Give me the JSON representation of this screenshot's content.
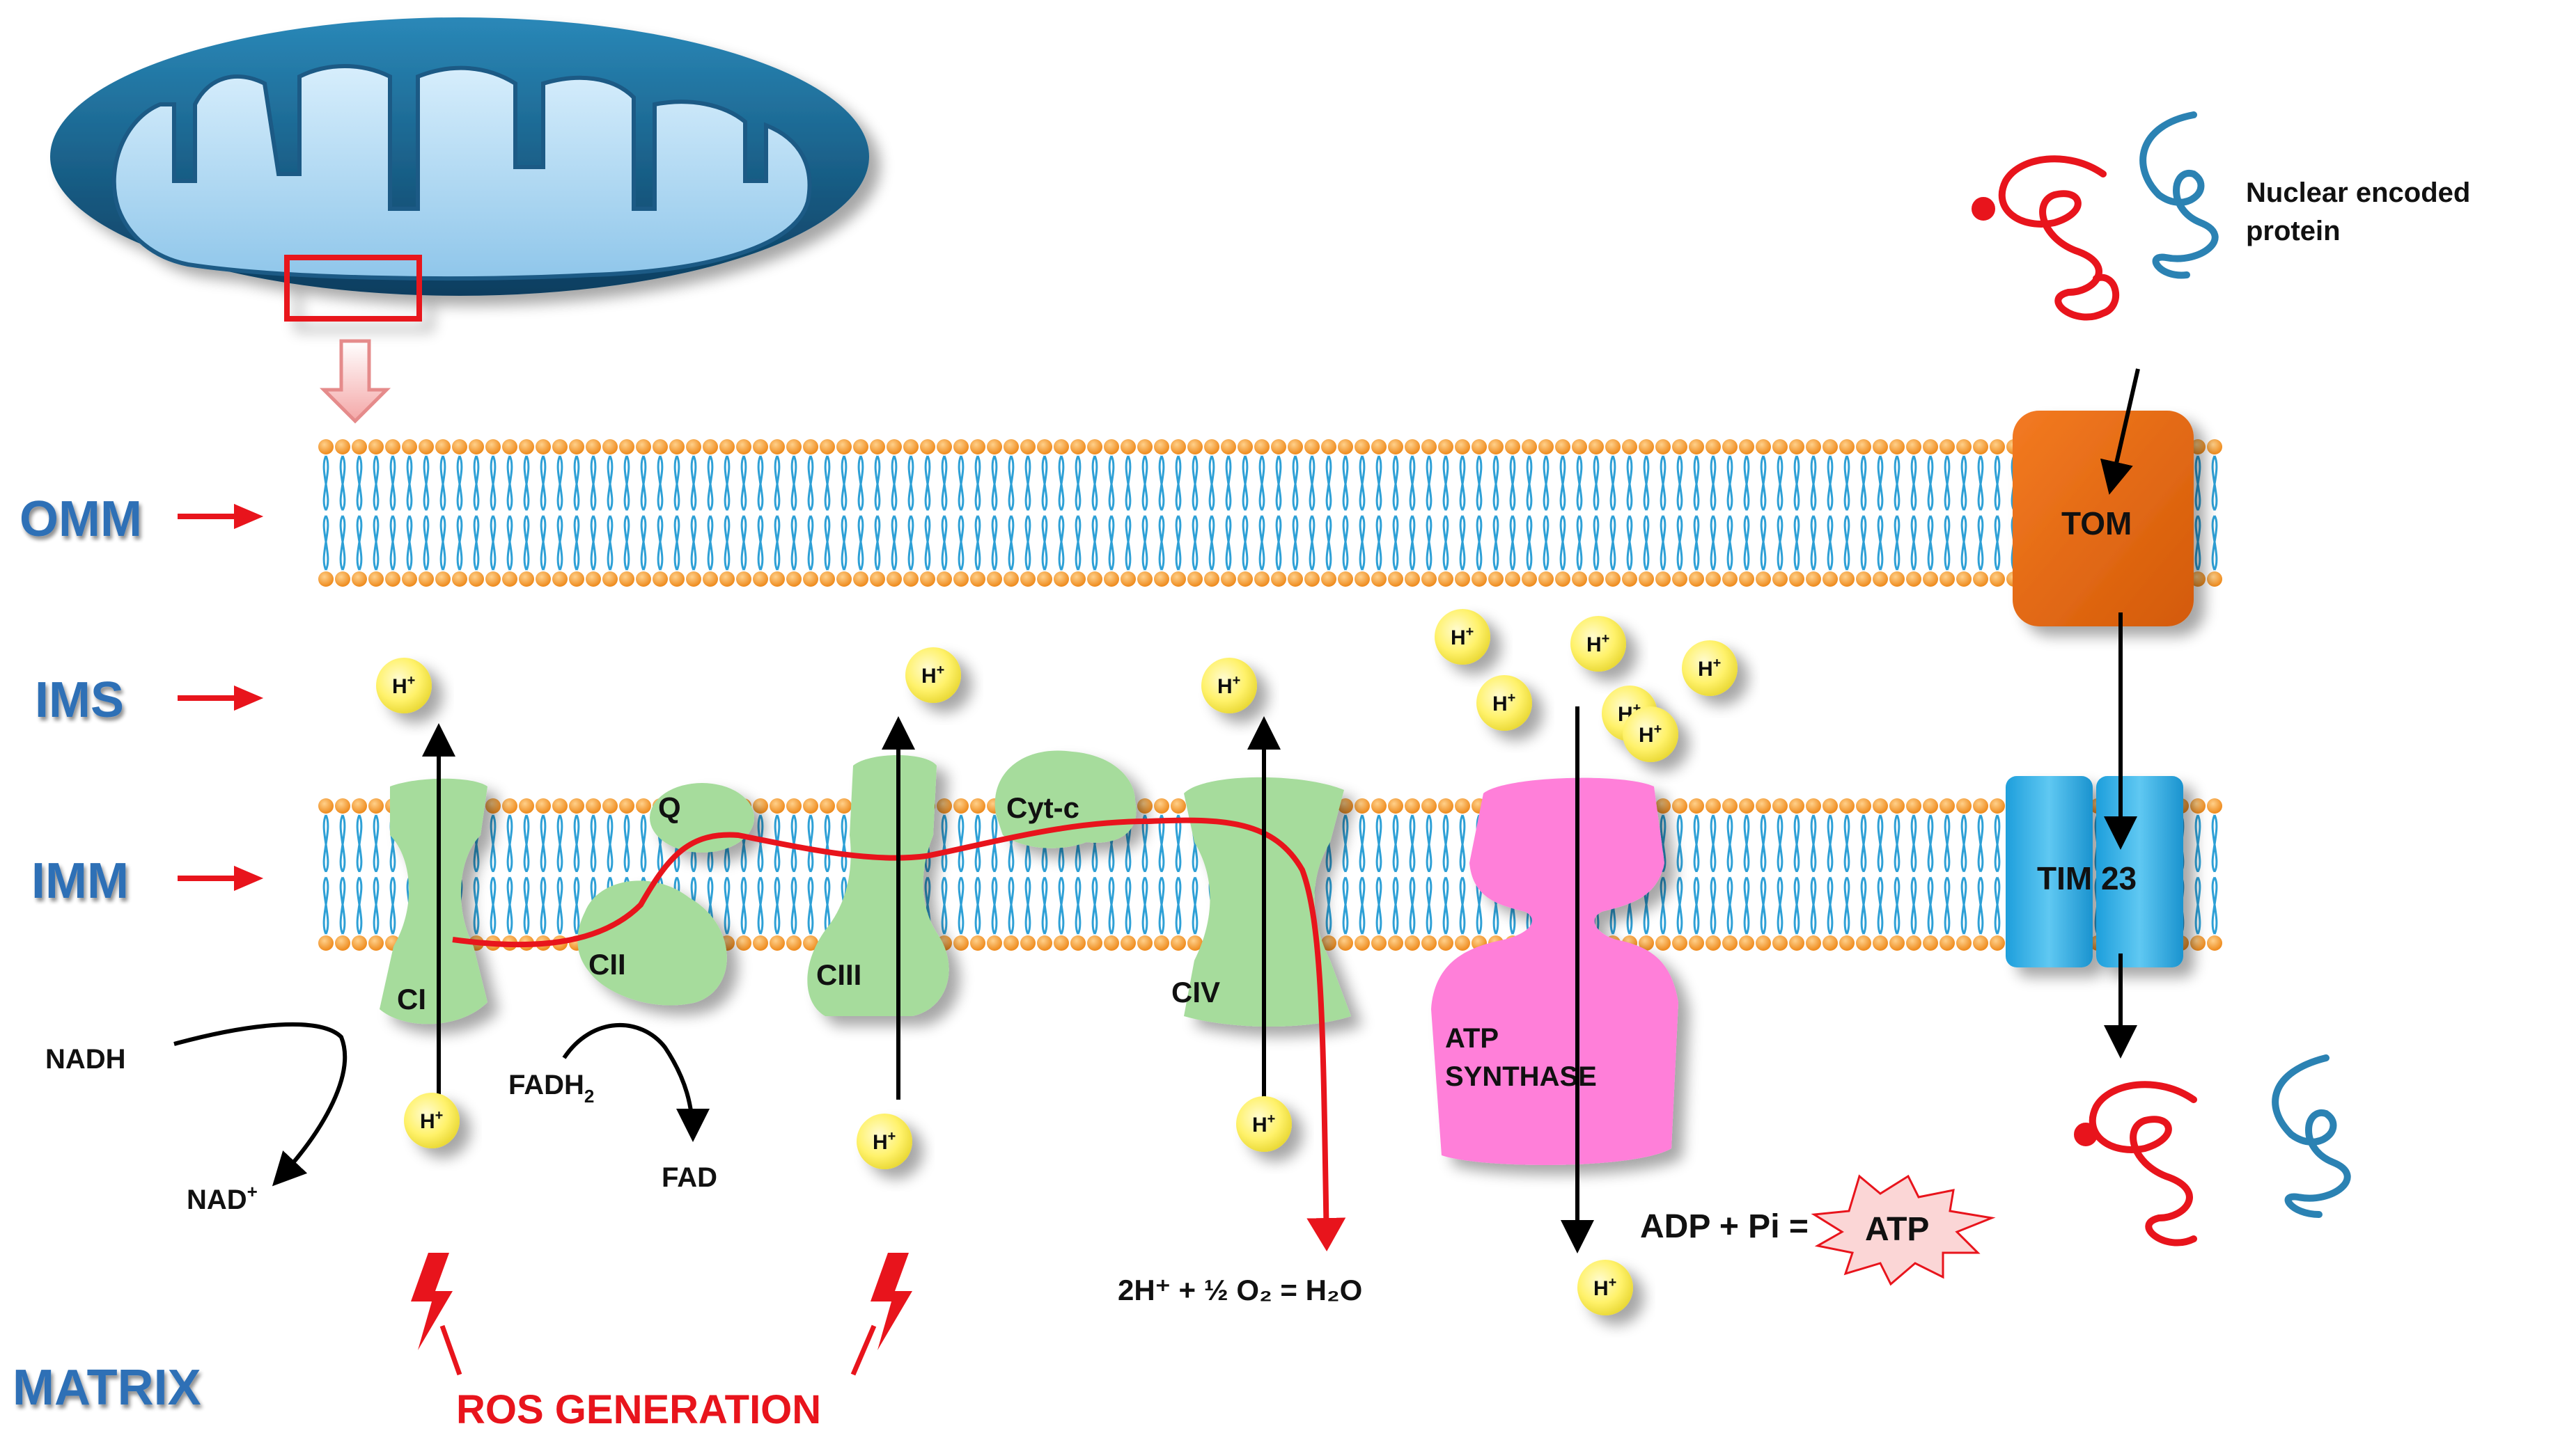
{
  "regions": {
    "omm": "OMM",
    "ims": "IMS",
    "imm": "IMM",
    "matrix": "MATRIX"
  },
  "complexes": {
    "c1": "CI",
    "c2": "CII",
    "c3": "CIII",
    "c4": "CIV",
    "q": "Q",
    "cytc": "Cyt-c",
    "atp_synthase_line1": "ATP",
    "atp_synthase_line2": "SYNTHASE",
    "tom": "TOM",
    "tim": "TIM 23"
  },
  "metabolites": {
    "nadh": "NADH",
    "nad": "NAD",
    "nad_sup": "+",
    "fadh": "FADH",
    "fadh_sub": "2",
    "fad": "FAD",
    "water_eq": "2H⁺ + ½ O₂ = H₂O",
    "atp_eq": "ADP + Pi =",
    "atp": "ATP"
  },
  "proton": {
    "h": "H",
    "plus": "+"
  },
  "labels": {
    "nuclear_line1": "Nuclear encoded",
    "nuclear_line2": "protein",
    "ros": "ROS GENERATION"
  },
  "colors": {
    "complex_green": "#a6dc9c",
    "atp_synthase": "#ff7fd9",
    "tom": "#e8650f",
    "tim": "#29a9e1",
    "proton": "#fff26b",
    "electron_path": "#e8141c",
    "head_orange": "#f59a2c",
    "tail_blue": "#2ea0d6",
    "label_blue": "#2f6fb6"
  }
}
